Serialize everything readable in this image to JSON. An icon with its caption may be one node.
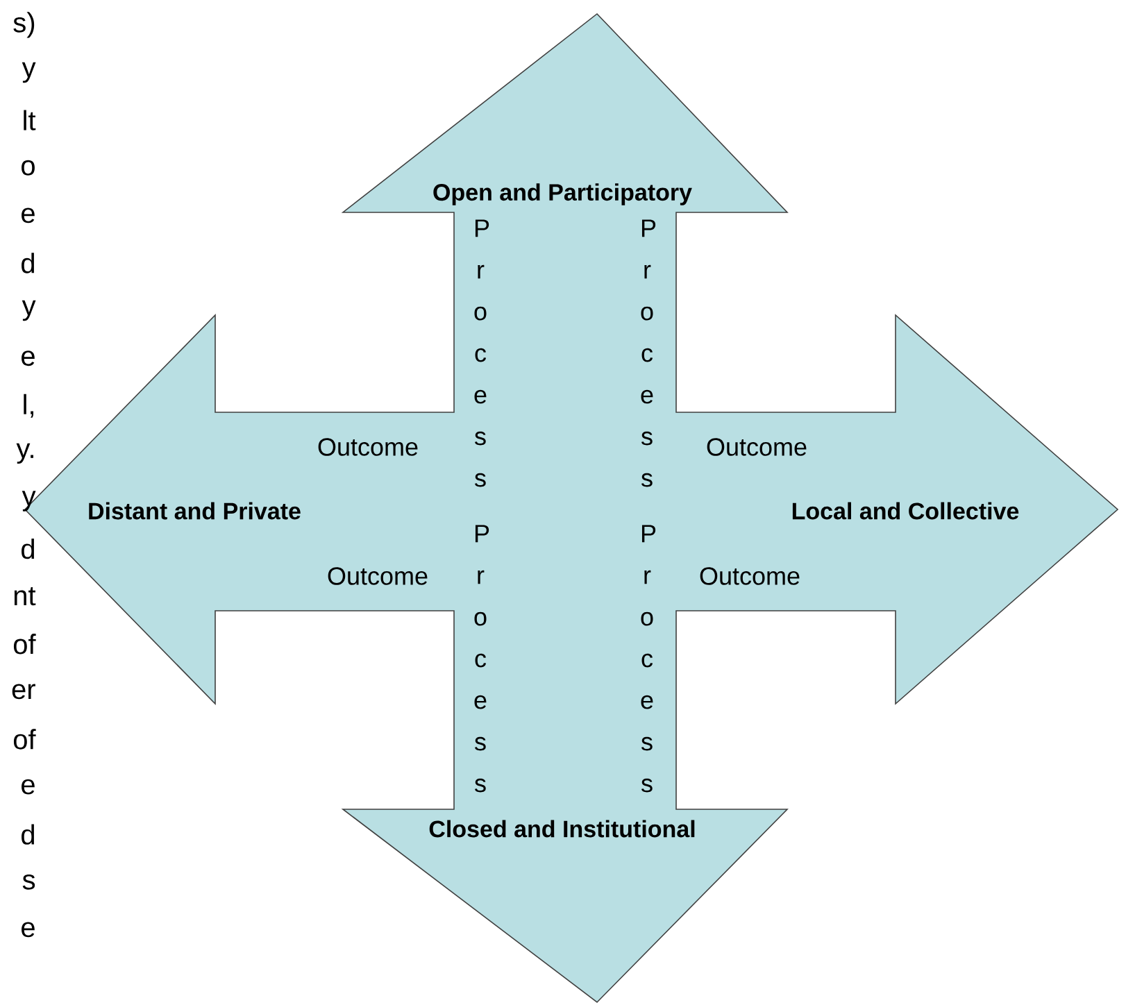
{
  "diagram": {
    "nodes": [
      {
        "text": [
          "Open and Participatory",
          "Distant and Private",
          "Local and Collective",
          "Closed and Institutional",
          "Outcome",
          "Outcome",
          "Outcome",
          "Outcome",
          "Process",
          "Process",
          "Process",
          "Process"
        ]
      }
    ],
    "labels": [
      "s)",
      "y",
      "lt",
      "o",
      "e",
      "d",
      "y",
      "e",
      "l,",
      "y.",
      "y",
      "d",
      "nt",
      "of",
      "er",
      "of",
      "e",
      "d",
      "s",
      "e"
    ]
  }
}
